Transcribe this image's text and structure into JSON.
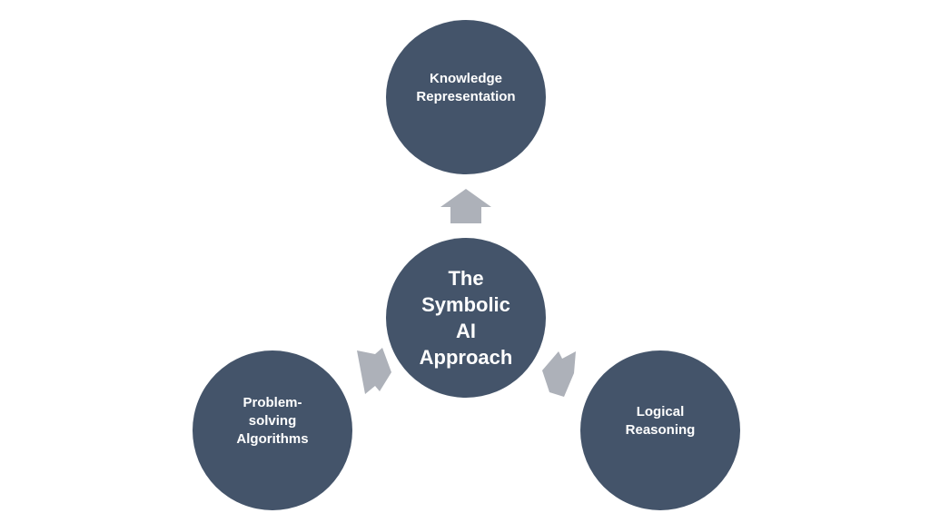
{
  "diagram": {
    "center": {
      "label": "The\nSymbolic\nAI\nApproach"
    },
    "nodes": [
      {
        "id": "knowledge-representation",
        "label": "Knowledge\nRepresentation"
      },
      {
        "id": "problem-solving-algorithms",
        "label": "Problem-\nsolving\nAlgorithms"
      },
      {
        "id": "logical-reasoning",
        "label": "Logical\nReasoning"
      }
    ],
    "colors": {
      "circle_fill": "#44546a",
      "arrow_fill": "#adb1b9",
      "text": "#ffffff"
    }
  }
}
